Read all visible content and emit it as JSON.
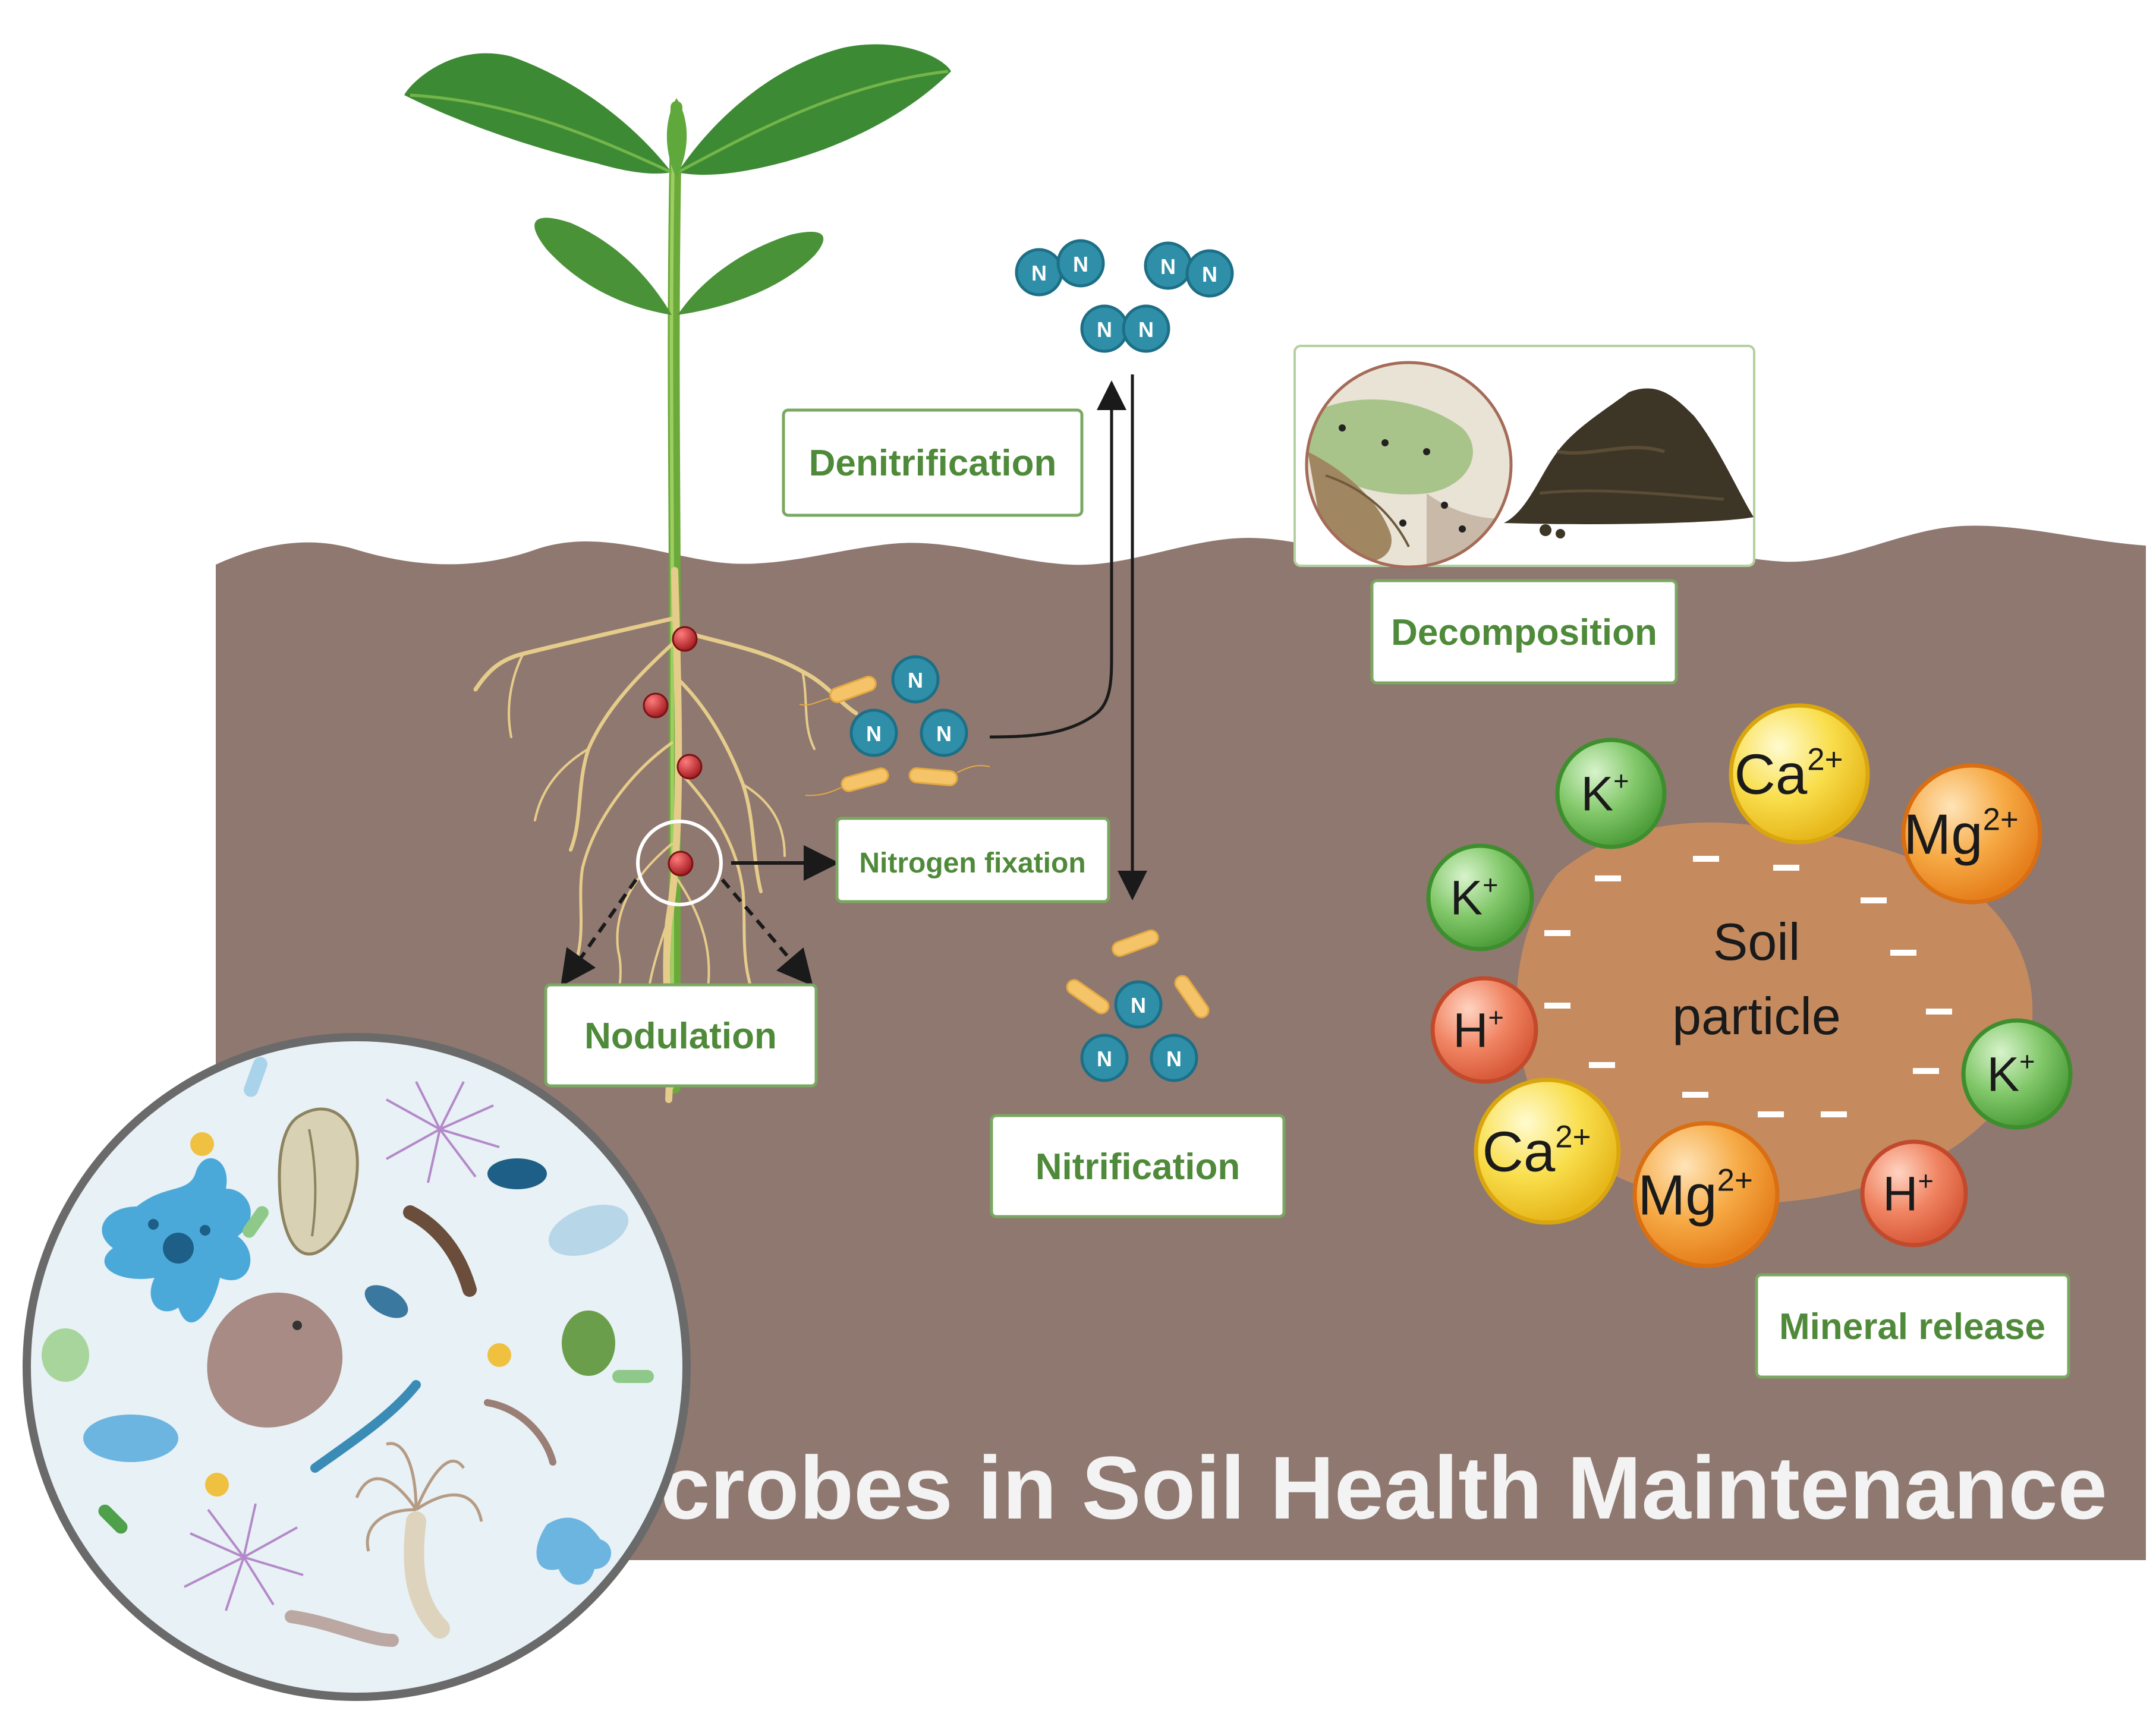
{
  "title": "Microbes in Soil Health Maintenance",
  "labels": {
    "denitrification": "Denitrification",
    "decomposition": "Decomposition",
    "nitrogen_fixation": "Nitrogen fixation",
    "nodulation": "Nodulation",
    "nitrification": "Nitrification",
    "mineral_release": "Mineral release"
  },
  "soil_particle": {
    "line1": "Soil",
    "line2": "particle"
  },
  "nitrogen_atom": "N",
  "ions": [
    {
      "symbol": "K",
      "charge": "+",
      "kind": "green"
    },
    {
      "symbol": "Ca",
      "charge": "2+",
      "kind": "yellow"
    },
    {
      "symbol": "Mg",
      "charge": "2+",
      "kind": "orange"
    },
    {
      "symbol": "K",
      "charge": "+",
      "kind": "green"
    },
    {
      "symbol": "H",
      "charge": "+",
      "kind": "red"
    },
    {
      "symbol": "K",
      "charge": "+",
      "kind": "green"
    },
    {
      "symbol": "Ca",
      "charge": "2+",
      "kind": "yellow"
    },
    {
      "symbol": "Mg",
      "charge": "2+",
      "kind": "orange"
    },
    {
      "symbol": "H",
      "charge": "+",
      "kind": "red"
    }
  ],
  "negative_charge": "−",
  "colors": {
    "soil": "#8f7870",
    "label_text": "#4f8a3a",
    "label_border": "#7aa862",
    "nitrogen": "#2f8fa8",
    "particle": "#c58b5f",
    "microbe_bg": "#e8f1f5"
  }
}
